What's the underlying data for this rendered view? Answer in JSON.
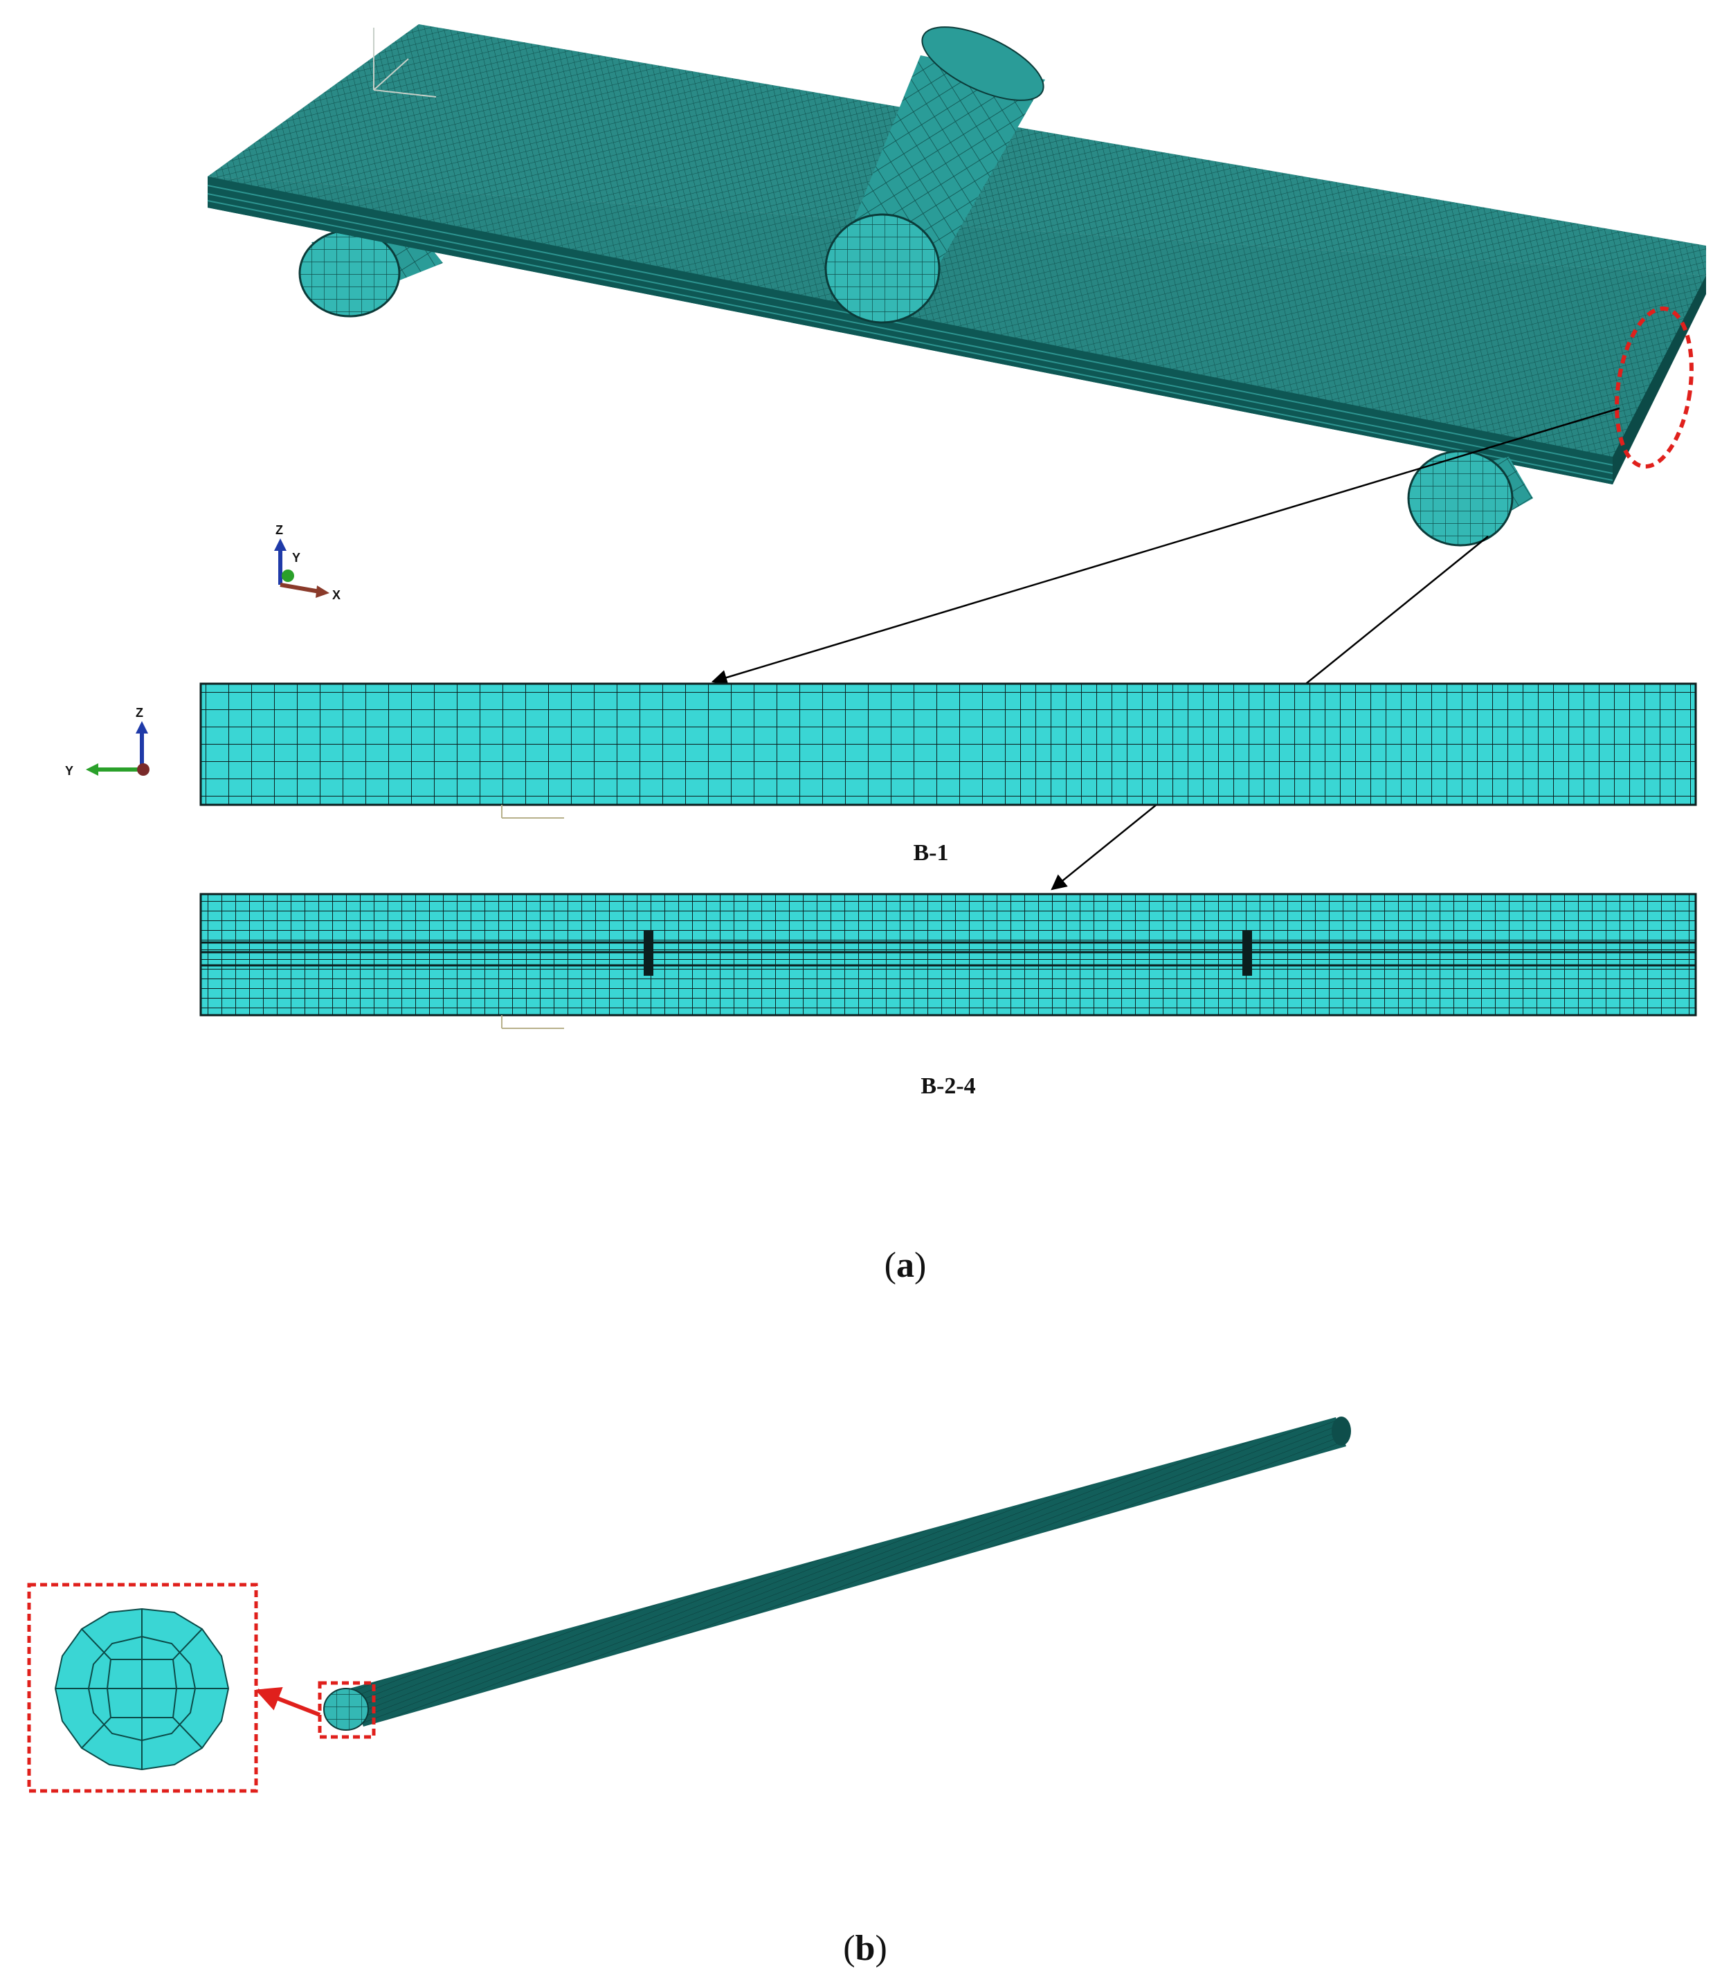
{
  "figure": {
    "panel_a": {
      "section_labels": [
        "B-1",
        "B-2-4"
      ],
      "caption_letter": "a",
      "triad_3d": {
        "z": "Z",
        "y": "Y",
        "x": "X"
      },
      "triad_2d": {
        "z": "Z",
        "y": "Y"
      }
    },
    "panel_b": {
      "caption_letter": "b"
    },
    "colors": {
      "mesh_dark": "#0e6460",
      "mesh_face": "#2a8a86",
      "mesh_light": "#3ad6d4",
      "grid_line": "#0b1e1e",
      "highlight": "#e0201c",
      "arrow": "#000000"
    },
    "icons": [
      "axis-triad-icon",
      "callout-ellipse",
      "zoom-box",
      "pointer-arrow"
    ]
  }
}
